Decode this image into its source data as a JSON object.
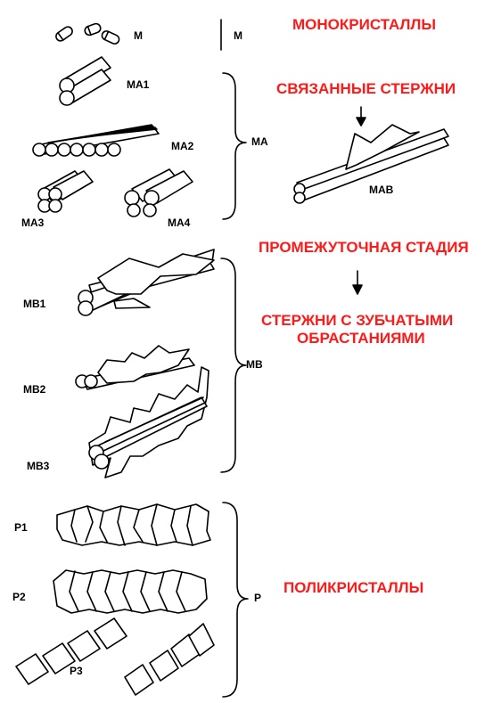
{
  "titles": {
    "monocrystals": "МОНОКРИСТАЛЛЫ",
    "bound_rods": "СВЯЗАННЫЕ СТЕРЖНИ",
    "intermediate": "ПРОМЕЖУТОЧНАЯ СТАДИЯ",
    "toothed_line1": "СТЕРЖНИ С ЗУБЧАТЫМИ",
    "toothed_line2": "ОБРАСТАНИЯМИ",
    "polycrystals": "ПОЛИКРИСТАЛЛЫ"
  },
  "labels": {
    "m_left": "M",
    "m_right": "M",
    "ma1": "MA1",
    "ma2": "MA2",
    "ma3": "MA3",
    "ma4": "MA4",
    "ma": "MA",
    "mab": "MAB",
    "mb1": "MB1",
    "mb2": "MB2",
    "mb3": "MB3",
    "mb": "MB",
    "p1": "P1",
    "p2": "P2",
    "p3": "P3",
    "p": "P"
  },
  "colors": {
    "title_red": "#ff1a1a",
    "ink": "#000000"
  }
}
